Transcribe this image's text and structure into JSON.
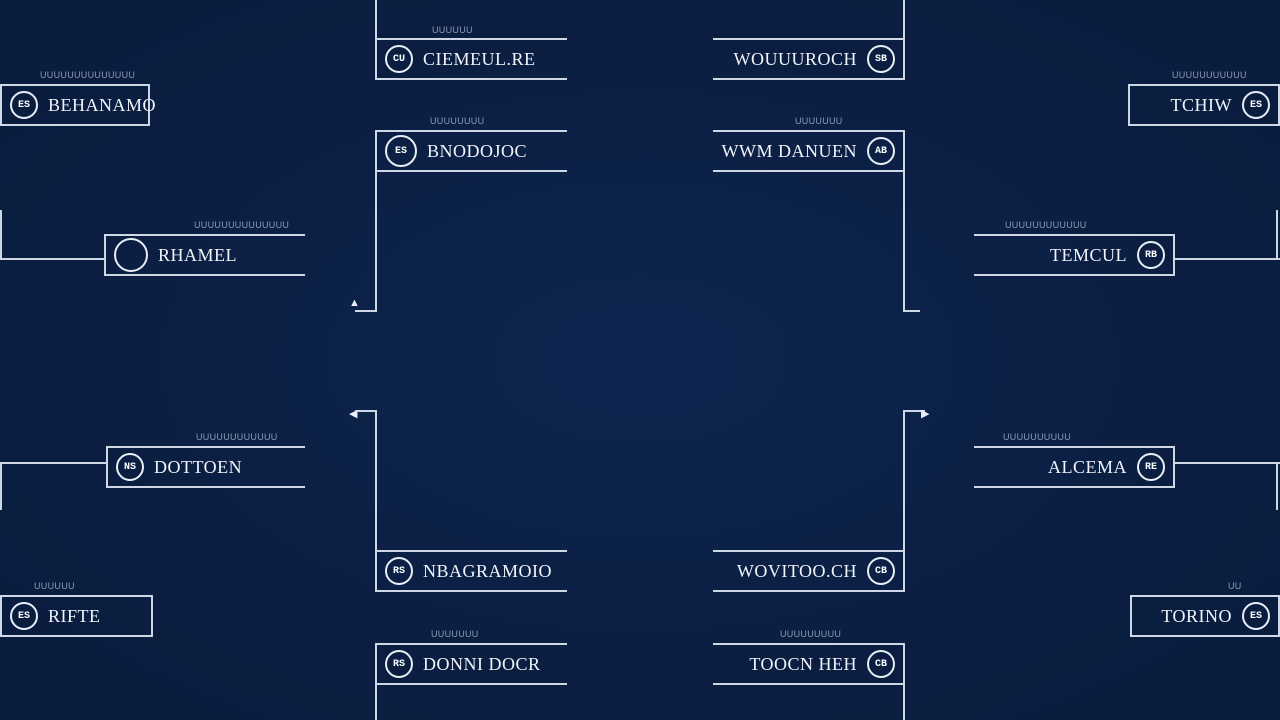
{
  "slots": {
    "l1a": {
      "caption": "UUUUUUUUUUUUUU",
      "badge": "ES",
      "name": "BEHANAMO"
    },
    "l1b": {
      "caption": "UUUUUUUUUUUUUU",
      "badge": "",
      "name": "RHAMEL"
    },
    "l1c": {
      "caption": "UUUUUUUUUUUU",
      "badge": "NS",
      "name": "DOTTOEN"
    },
    "l1d": {
      "caption": "UUUUUU",
      "badge": "ES",
      "name": "RIFTE"
    },
    "l2a": {
      "caption": "UUUUUU",
      "badge": "CU",
      "name": "CIEMEUL.RE"
    },
    "l2b": {
      "caption": "UUUUUUUU",
      "badge": "ES",
      "name": "BNODOJOC"
    },
    "l2c": {
      "caption": "",
      "badge": "RS",
      "name": "NBAGRAMOIO"
    },
    "l2d": {
      "caption": "UUUUUUU",
      "badge": "RS",
      "name": "DONNI DOCR"
    },
    "r2a": {
      "caption": "",
      "badge": "SB",
      "name": "WOUUUROCH"
    },
    "r2b": {
      "caption": "UUUUUUU",
      "badge": "AB",
      "name": "WWM DANUEN"
    },
    "r2c": {
      "caption": "",
      "badge": "CB",
      "name": "WOVITOO.CH"
    },
    "r2d": {
      "caption": "UUUUUUUUU",
      "badge": "CB",
      "name": "TOOCN HEH"
    },
    "r1a": {
      "caption": "UUUUUUUUUUU",
      "badge": "ES",
      "name": "TCHIW"
    },
    "r1b": {
      "caption": "UUUUUUUUUUUU",
      "badge": "RB",
      "name": "TEMCUL"
    },
    "r1c": {
      "caption": "UUUUUUUUUU",
      "badge": "RE",
      "name": "ALCEMA"
    },
    "r1d": {
      "caption": "UU",
      "badge": "ES",
      "name": "TORINO"
    }
  },
  "colors": {
    "background": "#0b1f43",
    "line": "#cfd7e6",
    "text": "#f1f4fa",
    "caption": "#8d9ab3"
  }
}
